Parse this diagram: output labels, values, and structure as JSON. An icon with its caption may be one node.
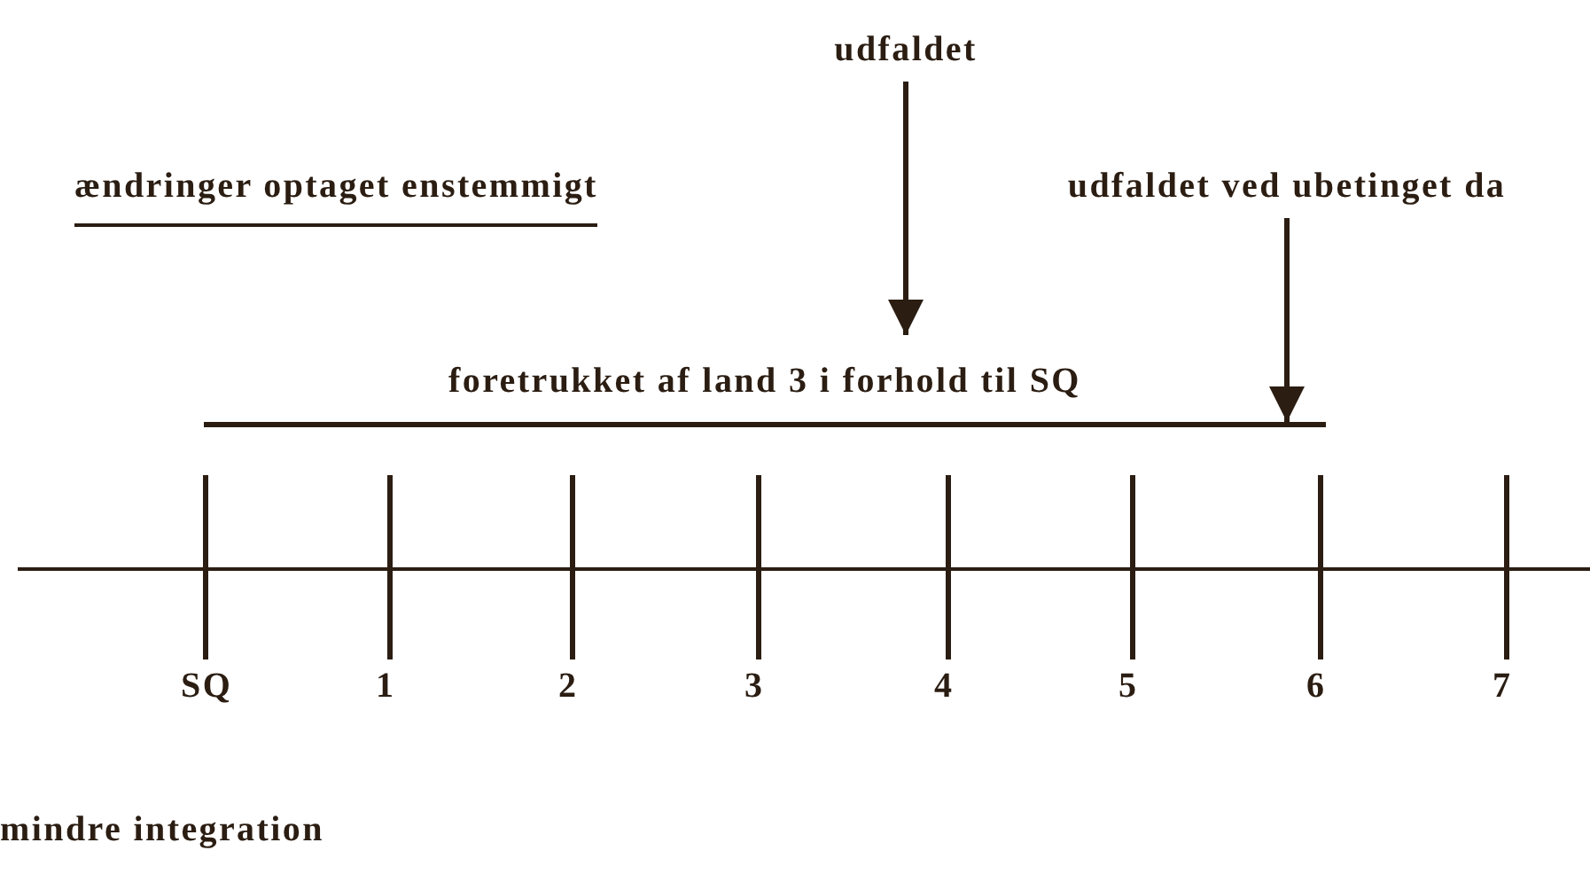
{
  "diagram": {
    "nodes": [
      {
        "text": [
          "udfaldet"
        ]
      },
      {
        "text": [
          "udfaldet ved ubetinget da"
        ]
      },
      {
        "text": [
          "foretrukket af land 3 i forhold til SQ"
        ]
      },
      {
        "text": [],
        "shape": "bar"
      }
    ],
    "edges": [
      {
        "from": 0,
        "to": 2,
        "arrow": "to"
      },
      {
        "from": 1,
        "to": 3,
        "arrow": "to"
      }
    ],
    "labels": [
      "ændringer optaget enstemmigt",
      "SQ",
      "1",
      "2",
      "3",
      "4",
      "5",
      "6",
      "7",
      "mindre integration"
    ]
  }
}
